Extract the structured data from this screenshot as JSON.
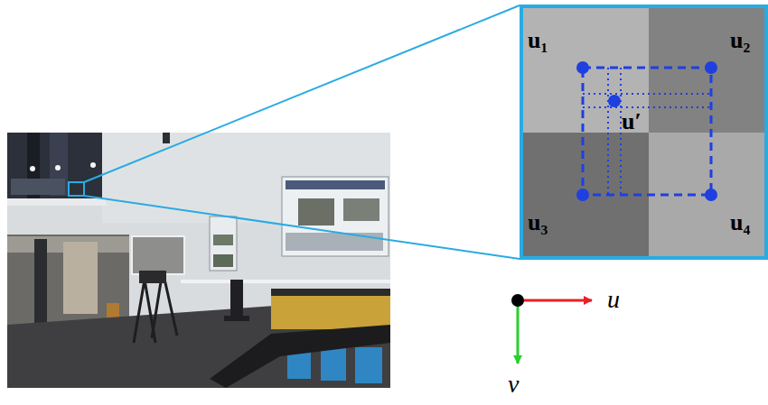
{
  "diagram": {
    "labels": [
      "u₁",
      "u₂",
      "u₃",
      "u₄",
      "u′",
      "u",
      "v"
    ]
  }
}
